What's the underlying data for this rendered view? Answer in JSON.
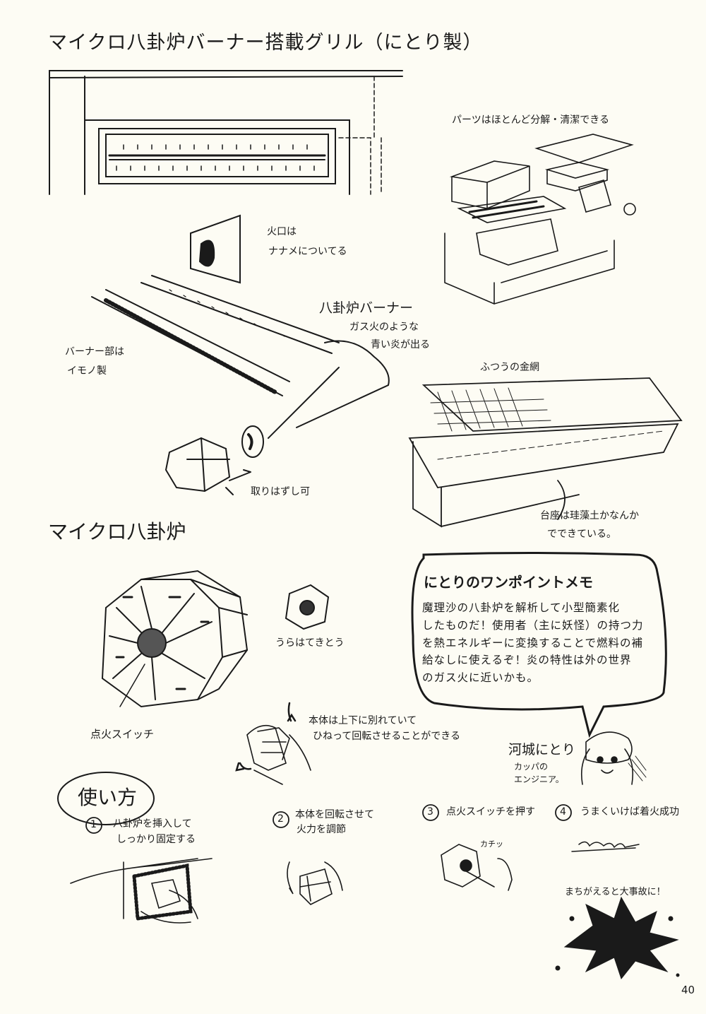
{
  "page_title": "マイクロ八卦炉バーナー搭載グリル（にとり製）",
  "grill": {
    "parts_note": "パーツはほとんど分解・清潔できる",
    "fire_note": [
      "火口は",
      "ナナメについてる"
    ],
    "burner_title": "八卦炉バーナー",
    "burner_desc": [
      "ガス火のような",
      "青い炎が出る"
    ],
    "burner_material": [
      "バーナー部は",
      "イモノ製"
    ],
    "removable": "取りはずし可",
    "wire_net": "ふつうの金網",
    "base_note": [
      "台座は珪藻土かなんか",
      "でできている。"
    ]
  },
  "hakkero": {
    "title": "マイクロ八卦炉",
    "back_note": "うらはてきとう",
    "ignition": "点火スイッチ",
    "rotate_note": [
      "本体は上下に別れていて",
      "ひねって回転させることができる"
    ]
  },
  "memo": {
    "title": "にとりのワンポイントメモ",
    "body": "魔理沙の八卦炉を解析して小型簡素化\nしたものだ！使用者（主に妖怪）の持つ力\nを熱エネルギーに変換することで燃料の補\n給なしに使えるぞ！炎の特性は外の世界\nのガス火に近いかも。"
  },
  "character": {
    "name": "河城にとり",
    "desc": [
      "カッパの",
      "エンジニア。"
    ]
  },
  "usage": {
    "title": "使い方",
    "steps": [
      {
        "num": "1",
        "text": [
          "八卦炉を挿入して",
          "しっかり固定する"
        ]
      },
      {
        "num": "2",
        "text": [
          "本体を回転させて",
          "火力を調節"
        ]
      },
      {
        "num": "3",
        "text": [
          "点火スイッチを押す"
        ]
      },
      {
        "num": "4",
        "text": [
          "うまくいけば着火成功"
        ]
      }
    ],
    "click_sfx": "カチッ",
    "warning": "まちがえると大事故に！"
  },
  "page_number": "40"
}
